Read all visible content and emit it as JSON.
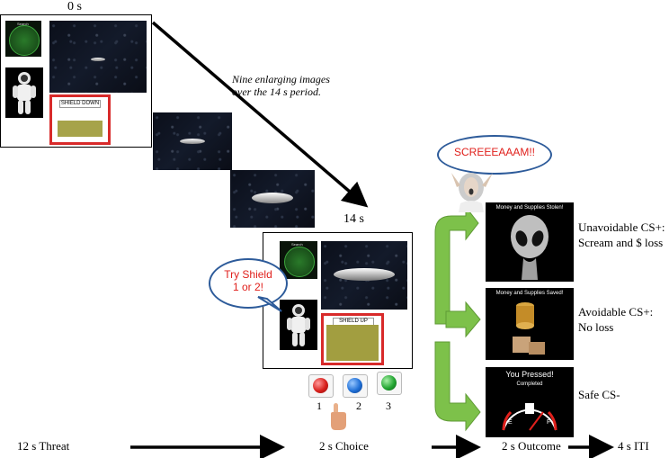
{
  "time_start": "0 s",
  "time_end": "14 s",
  "annotation": "Nine enlarging images over the 14 s period.",
  "initial_frame": {
    "radar_label": "Search",
    "shield_label": "SHIELD DOWN"
  },
  "final_frame": {
    "radar_label": "Search",
    "shield_label": "SHIELD  UP"
  },
  "prompt_bubble": {
    "line1": "Try Shield",
    "line2": "1 or 2!"
  },
  "buttons": [
    {
      "number": "1",
      "color": "#d8201c"
    },
    {
      "number": "2",
      "color": "#1f6fd6"
    },
    {
      "number": "3",
      "color": "#23a532"
    }
  ],
  "scream_bubble": "SCREEEAAAM!!",
  "outcomes": [
    {
      "screen_title": "Money and Supplies Stolen!",
      "label_line1": "Unavoidable CS+:",
      "label_line2": "Scream and $ loss"
    },
    {
      "screen_title": "Money and Supplies Saved!",
      "label_line1": "Avoidable CS+:",
      "label_line2": "No loss"
    },
    {
      "screen_title": "You Pressed!",
      "screen_subtitle": "Completed",
      "gauge_left": "E",
      "gauge_right": "F",
      "label_line1": "Safe CS-",
      "label_line2": ""
    }
  ],
  "timeline": {
    "threat": "12 s Threat",
    "choice": "2 s Choice",
    "outcome": "2 s Outcome",
    "iti": "4 s ITI"
  },
  "colors": {
    "arrow_green": "#7dc14a",
    "red_frame": "#d82a2a",
    "bubble_border": "#2d5b9a",
    "bubble_text_red": "#e0201c"
  }
}
